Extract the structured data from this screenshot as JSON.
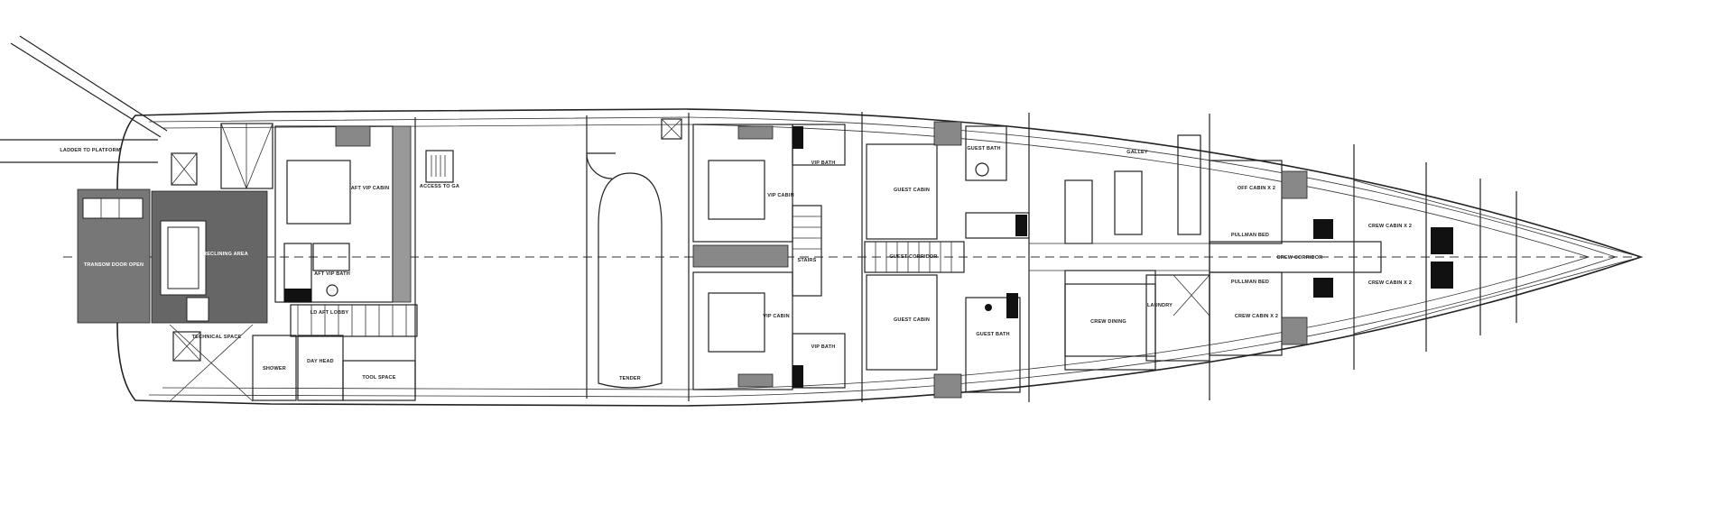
{
  "drawing": {
    "title": "Lower Deck General Arrangement",
    "labels": {
      "ladder": "LADDER TO PLATFORM",
      "transom": "TRANSOM DOOR OPEN",
      "beach": "RECLINING AREA",
      "technical": "TECHNICAL SPACE",
      "shower": "SHOWER",
      "aft_vip_cabin": "AFT VIP CABIN",
      "aft_vip_bath": "AFT VIP BATH",
      "lobby": "LD AFT LOBBY",
      "day_head": "DAY HEAD",
      "tool_space": "TOOL SPACE",
      "garage_access": "ACCESS TO GA",
      "tender": "TENDER",
      "vip_cabin_ps": "VIP CABIN",
      "vip_cabin_sb": "VIP CABIN",
      "vip_bath_ps": "VIP BATH",
      "vip_bath_sb": "VIP BATH",
      "stairs": "STAIRS",
      "guest_cabin_1": "GUEST CABIN",
      "guest_cabin_2": "GUEST CABIN",
      "guest_corridor": "GUEST CORRIDOR",
      "guest_bath_1": "GUEST BATH",
      "guest_bath_2": "GUEST BATH",
      "galley": "GALLEY",
      "crew_dining": "CREW DINING",
      "laundry": "LAUNDRY",
      "officer_cabin": "OFF CABIN X 2",
      "crew_cabin_1": "CREW CABIN X 2",
      "crew_corridor": "CREW CORRIDOR",
      "pullman_1": "PULLMAN BED",
      "pullman_2": "PULLMAN BED",
      "crew_cabin_2": "CREW CABIN X 2",
      "crew_cabin_3": "CREW CABIN X 2"
    }
  }
}
